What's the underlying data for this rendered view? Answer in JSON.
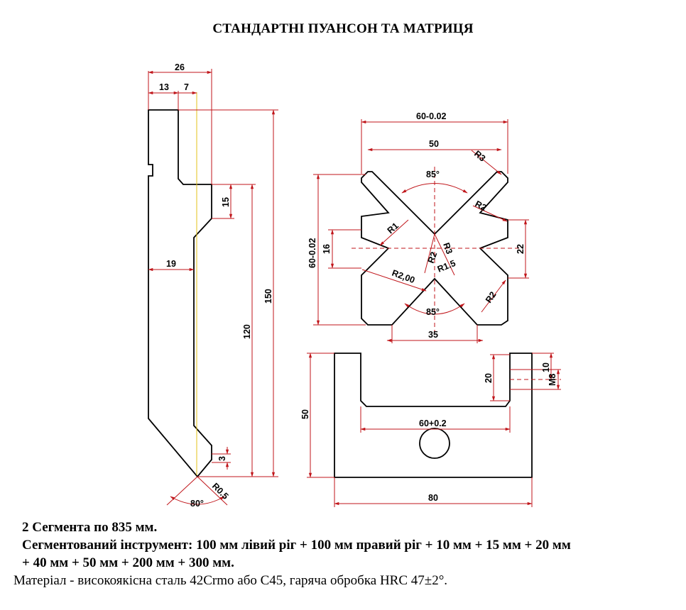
{
  "title": "СТАНДАРТНІ ПУАНСОН ТА МАТРИЦЯ",
  "punch": {
    "dims": {
      "width_total": "26",
      "width_left": "13",
      "width_right": "7",
      "shoulder": "15",
      "body_width": "19",
      "height_total": "150",
      "height_lower": "120",
      "tip_flat": "3",
      "tip_angle": "80°",
      "tip_radius": "R0.5"
    }
  },
  "die": {
    "dims": {
      "outer_width": "60-0.02",
      "top_opening": "50",
      "corner_radius": "R3",
      "v_angle_top": "85°",
      "v_angle_bottom": "85°",
      "radius_r2_right": "R2",
      "radius_r1": "R1",
      "radius_r2_center": "R2",
      "radius_r3_center": "R3",
      "radius_r15": "R1.5",
      "radius_r200": "R2,00",
      "radius_r2_bottom": "R2",
      "height_total": "60-0.02",
      "slot_16": "16",
      "slot_22": "22",
      "bottom_opening": "35"
    }
  },
  "holder": {
    "dims": {
      "height": "50",
      "slot_depth": "20",
      "thread_offset": "10",
      "thread": "M8",
      "slot_width": "60+0.2",
      "width": "80"
    }
  },
  "notes": {
    "line1": "2 Сегмента по 835 мм.",
    "line2": "Сегментований інструмент: 100 мм лівий ріг + 100 мм правий ріг + 10 мм + 15 мм + 20 мм",
    "line3": "+ 40 мм + 50 мм + 200 мм + 300 мм.",
    "line4": "Матеріал - високоякісна сталь 42Crmo або C45, гаряча обробка HRC 47±2°."
  }
}
